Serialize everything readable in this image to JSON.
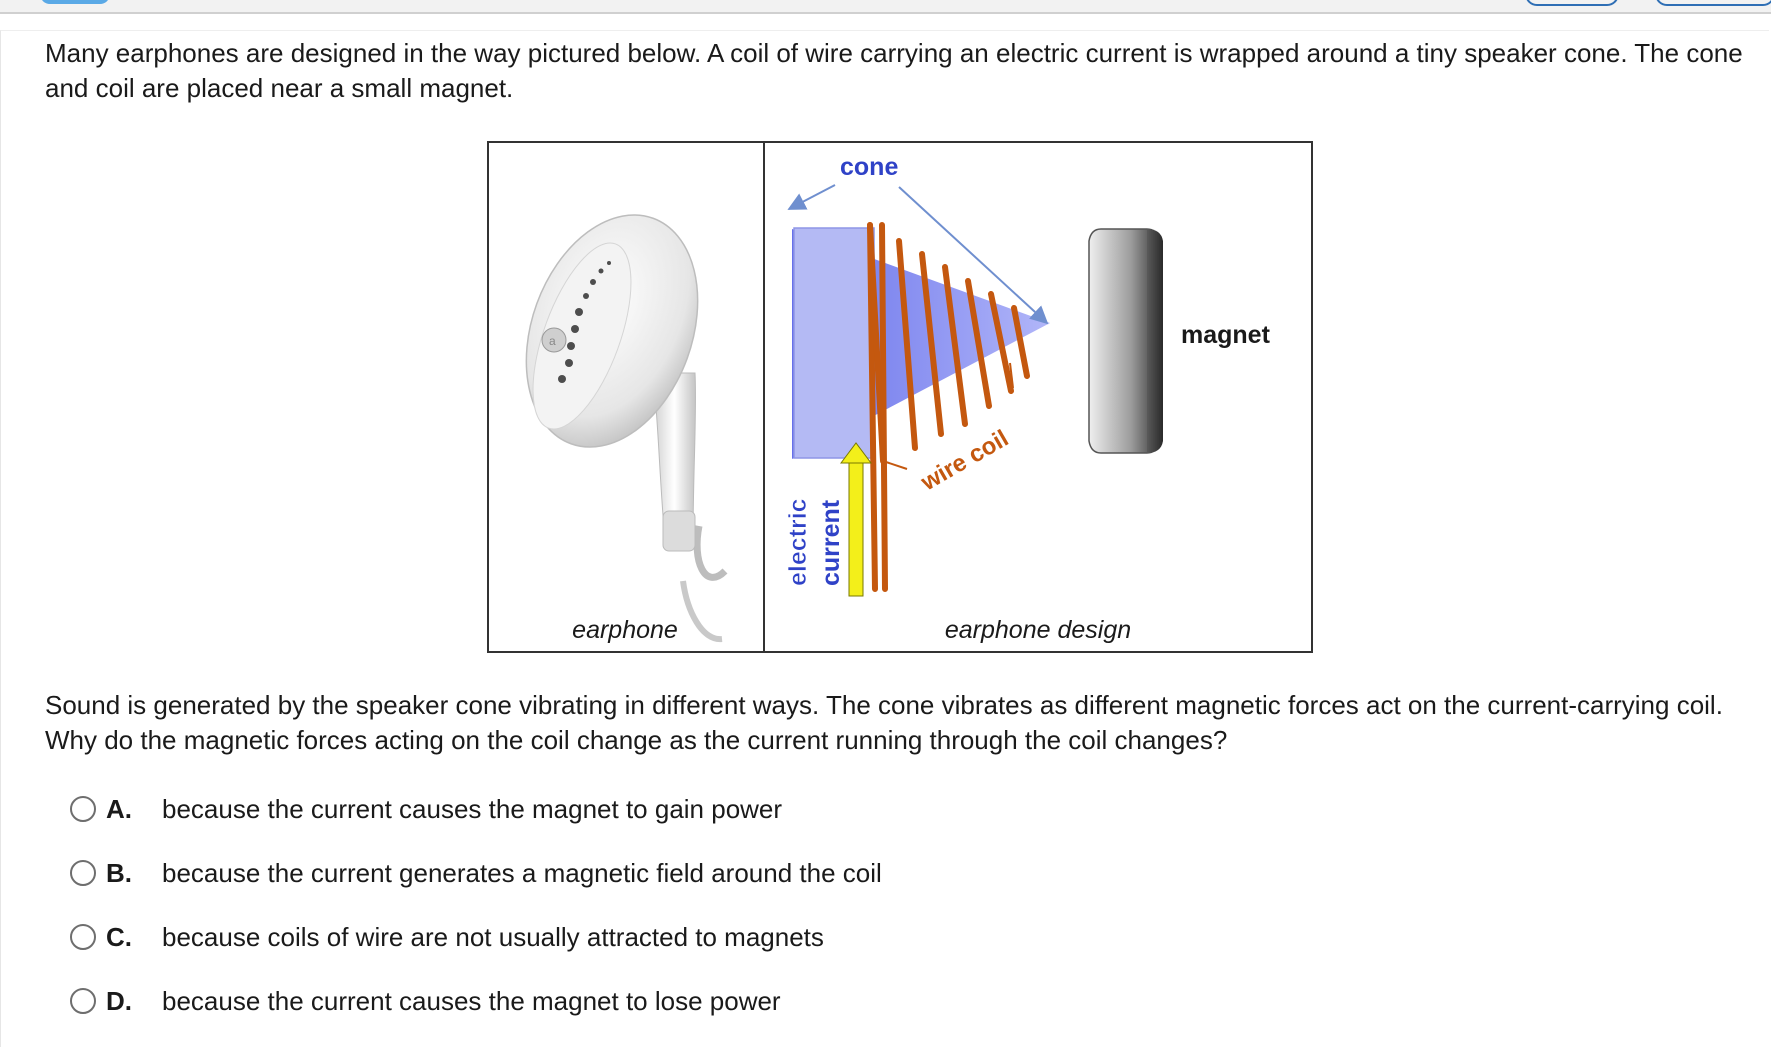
{
  "question": {
    "intro": "Many earphones are designed in the way pictured below. A coil of wire carrying an electric current is wrapped around a tiny speaker cone. The cone and coil are placed near a small magnet.",
    "prompt": "Sound is generated by the speaker cone vibrating in different ways. The cone vibrates as different magnetic forces act on the current-carrying coil. Why do the magnetic forces acting on the coil change as the current running through the coil changes?"
  },
  "figure": {
    "earphone_caption": "earphone",
    "design_caption": "earphone design",
    "label_cone": "cone",
    "label_magnet": "magnet",
    "label_wire_coil": "wire coil",
    "label_electric": "electric",
    "label_current": "current"
  },
  "choices": [
    {
      "letter": "A.",
      "text": "because the current causes the magnet to gain power"
    },
    {
      "letter": "B.",
      "text": "because the current generates a magnetic field around the coil"
    },
    {
      "letter": "C.",
      "text": "because coils of wire are not usually attracted to magnets"
    },
    {
      "letter": "D.",
      "text": "because the current causes the magnet to lose power"
    }
  ],
  "colors": {
    "cone_blue": "#7d86f2",
    "wire_orange": "#c4580f",
    "label_blue": "#2f42c7",
    "arrow_yellow": "#f3ef1a"
  }
}
